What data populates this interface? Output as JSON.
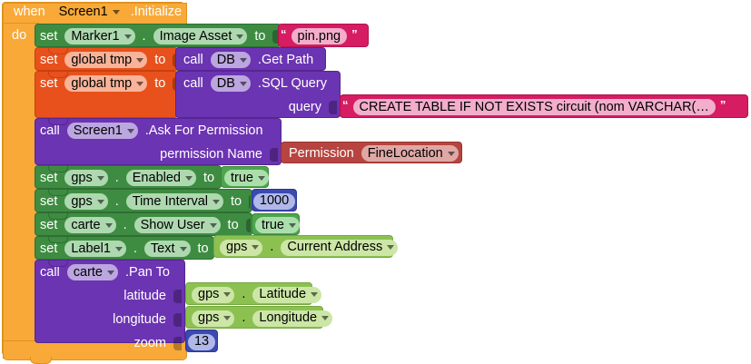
{
  "workspace": {
    "app": "MIT App Inventor Blocks Editor",
    "colors": {
      "event": "#F9A938",
      "setter": "#3E8C42",
      "getter": "#8CC152",
      "logic": "#4CA64C",
      "variable_set": "#E8511C",
      "method_call": "#6B34B2",
      "text": "#D61C63",
      "math": "#3B49B0",
      "helper": "#B7443F",
      "background": "#FFFFFF"
    }
  },
  "event_block": {
    "when_label": "when",
    "component": "Screen1",
    "event_name": ".Initialize",
    "do_label": "do"
  },
  "statements": [
    {
      "kind": "setter",
      "set_label": "set",
      "component": "Marker1",
      "dot": ".",
      "property": "Image Asset",
      "to_label": "to",
      "value": {
        "kind": "text",
        "text": "pin.png"
      }
    },
    {
      "kind": "variable_set",
      "set_label": "set",
      "variable": "global tmp",
      "to_label": "to",
      "value": {
        "kind": "method",
        "call_label": "call",
        "component": "DB",
        "method": ".Get Path"
      }
    },
    {
      "kind": "variable_set",
      "set_label": "set",
      "variable": "global tmp",
      "to_label": "to",
      "value": {
        "kind": "method",
        "call_label": "call",
        "component": "DB",
        "method": ".SQL Query",
        "args": [
          {
            "name": "query",
            "value": {
              "kind": "text",
              "text": "CREATE TABLE IF NOT EXISTS circuit (nom VARCHAR(…"
            }
          }
        ]
      }
    },
    {
      "kind": "method",
      "call_label": "call",
      "component": "Screen1",
      "method": ".Ask For Permission",
      "args": [
        {
          "name": "permission Name",
          "value": {
            "kind": "helper",
            "prefix": "Permission",
            "option": "FineLocation"
          }
        }
      ]
    },
    {
      "kind": "setter",
      "set_label": "set",
      "component": "gps",
      "dot": ".",
      "property": "Enabled",
      "to_label": "to",
      "value": {
        "kind": "logic",
        "text": "true"
      }
    },
    {
      "kind": "setter",
      "set_label": "set",
      "component": "gps",
      "dot": ".",
      "property": "Time Interval",
      "to_label": "to",
      "value": {
        "kind": "math",
        "text": "1000"
      }
    },
    {
      "kind": "setter",
      "set_label": "set",
      "component": "carte",
      "dot": ".",
      "property": "Show User",
      "to_label": "to",
      "value": {
        "kind": "logic",
        "text": "true"
      }
    },
    {
      "kind": "setter",
      "set_label": "set",
      "component": "Label1",
      "dot": ".",
      "property": "Text",
      "to_label": "to",
      "value": {
        "kind": "getter",
        "component": "gps",
        "dot": ".",
        "property": "Current Address"
      }
    },
    {
      "kind": "method",
      "call_label": "call",
      "component": "carte",
      "method": ".Pan To",
      "args": [
        {
          "name": "latitude",
          "value": {
            "kind": "getter",
            "component": "gps",
            "dot": ".",
            "property": "Latitude"
          }
        },
        {
          "name": "longitude",
          "value": {
            "kind": "getter",
            "component": "gps",
            "dot": ".",
            "property": "Longitude"
          }
        },
        {
          "name": "zoom",
          "value": {
            "kind": "math",
            "text": "13"
          }
        }
      ]
    }
  ]
}
